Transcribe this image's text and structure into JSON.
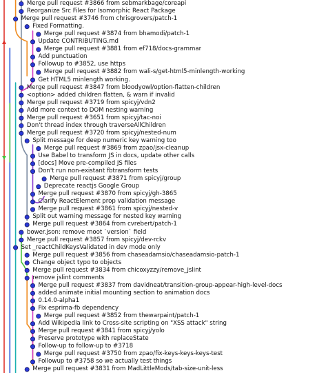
{
  "window": {
    "title": ""
  },
  "colors": {
    "background": "#ffffff",
    "text": "#111111",
    "commit_fill": "#2a39d6",
    "commit_stroke": "#1a1a60",
    "lane_red": "#e0322a",
    "lane_orange": "#ef8b1f",
    "lane_blue": "#2a57d8",
    "lane_green": "#46c23a",
    "lane_purple": "#8b3fd0",
    "lane_magenta": "#d43ec4",
    "lane_teal": "#1ab0b0",
    "lane_gray": "#7a8aa0"
  },
  "commits": [
    {
      "message": "Merge pull request #3866 from sebmarkbage/coreapi",
      "lane": 3
    },
    {
      "message": "Reorganize Src Files for Isomorphic React Package",
      "lane": 3
    },
    {
      "message": "Merge pull request #3746 from chrisgrovers/patch-1",
      "lane": 2
    },
    {
      "message": "Fixed Formatting.",
      "lane": 4
    },
    {
      "message": "Merge pull request #3874 from bhamodi/patch-1",
      "lane": 6
    },
    {
      "message": "Update CONTRIBUTING.md",
      "lane": 5
    },
    {
      "message": "Merge pull request #3881 from ef718/docs-grammar",
      "lane": 6
    },
    {
      "message": "Add punctuation",
      "lane": 5
    },
    {
      "message": "Followup to #3852, use https",
      "lane": 5
    },
    {
      "message": "Merge pull request #3882 from wali-s/get-html5-minlength-working",
      "lane": 6
    },
    {
      "message": "Get HTML5 minlength working.",
      "lane": 5
    },
    {
      "message": "Merge pull request #3847 from bloodyowl/option-flatten-children",
      "lane": 3
    },
    {
      "message": "<option> added children flatten, & warn if invalid",
      "lane": 3
    },
    {
      "message": "Merge pull request #3719 from spicyj/vdn2",
      "lane": 3
    },
    {
      "message": "Add more context to DOM nesting warning",
      "lane": 3
    },
    {
      "message": "Merge pull request #3651 from spicyj/tac-noi",
      "lane": 3
    },
    {
      "message": "Don't thread index through traverseAllChildren",
      "lane": 3
    },
    {
      "message": "Merge pull request #3720 from spicyj/nested-num",
      "lane": 3
    },
    {
      "message": "Split message for deep numeric key warning too",
      "lane": 4
    },
    {
      "message": "Merge pull request #3869 from zpao/jsx-cleanup",
      "lane": 6
    },
    {
      "message": "Use Babel to transform JS in docs, update other calls",
      "lane": 5
    },
    {
      "message": "[docs] Move pre-compiled JS files",
      "lane": 5
    },
    {
      "message": "Don't run non-existant fbtransform tests",
      "lane": 5
    },
    {
      "message": "Merge pull request #3871 from spicyj/group",
      "lane": 7
    },
    {
      "message": "Deprecate reactjs Google Group",
      "lane": 6
    },
    {
      "message": "Merge pull request #3870 from spicyj/gh-3865",
      "lane": 5
    },
    {
      "message": "Clarify ReactElement prop validation message",
      "lane": 5
    },
    {
      "message": "Merge pull request #3861 from spicyj/nested-v",
      "lane": 5
    },
    {
      "message": "Split out warning message for nested key warning",
      "lane": 4
    },
    {
      "message": "Merge pull request #3864 from cvrebert/patch-1",
      "lane": 4
    },
    {
      "message": "bower.json: remove moot `version` field",
      "lane": 3
    },
    {
      "message": "Merge pull request #3857 from spicyj/dev-rckv",
      "lane": 3
    },
    {
      "message": "Set _reactChildKeysValidated in dev mode only",
      "lane": 2
    },
    {
      "message": "Merge pull request #3856 from chaseadamsio/chaseadamsio-patch-1",
      "lane": 4
    },
    {
      "message": "Change object typo to objects",
      "lane": 4
    },
    {
      "message": "Merge pull request #3834 from chicoxyzzy/remove_jslint",
      "lane": 4
    },
    {
      "message": "remove jslint comments",
      "lane": 4
    },
    {
      "message": "Merge pull request #3837 from davidneat/transition-group-appear-high-level-docs",
      "lane": 5
    },
    {
      "message": "added animate initial mounting section to animation docs",
      "lane": 5
    },
    {
      "message": "0.14.0-alpha1",
      "lane": 5
    },
    {
      "message": "Fix esprima-fb dependency",
      "lane": 5
    },
    {
      "message": "Merge pull request #3852 from thewarpaint/patch-1",
      "lane": 6
    },
    {
      "message": "Add Wikipedia link to Cross-site scripting on \"XSS attack\" string",
      "lane": 5
    },
    {
      "message": "Merge pull request #3841 from spicyj/yolo",
      "lane": 5
    },
    {
      "message": "Preserve prototype with replaceState",
      "lane": 5
    },
    {
      "message": "Follow-up to follow-up to #3718",
      "lane": 5
    },
    {
      "message": "Merge pull request #3750 from zpao/fix-keys-keys-keys-test",
      "lane": 6
    },
    {
      "message": "Followup to #3758 so we actually test things",
      "lane": 5
    },
    {
      "message": "Merge pull request #3831 from MadLittleMods/tab-size-unit-less",
      "lane": 4
    }
  ]
}
